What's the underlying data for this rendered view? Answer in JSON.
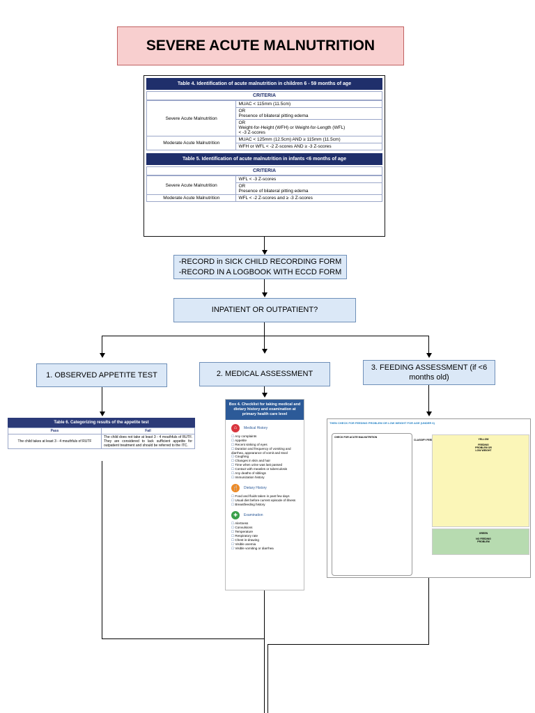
{
  "title": "SEVERE ACUTE MALNUTRITION",
  "table4": {
    "header": "Table 4. Identification of acute malnutrition in children 6 - 59 months of age",
    "criteria": "CRITERIA",
    "rows": [
      {
        "label": "Severe Acute Malnutrition",
        "cells": [
          "MUAC < 115mm (11.5cm)",
          "OR\nPresence of bilateral pitting edema",
          "OR\nWeight-for-Height (WFH) or Weight-for-Length (WFL)\n< -3 Z-scores"
        ]
      },
      {
        "label": "Moderate Acute Malnutrition",
        "cells": [
          "MUAC < 125mm (12.5cm) AND ≥ 115mm (11.5cm)",
          "WFH or WFL < -2 Z-scores AND ≥ -3 Z-scores"
        ]
      }
    ]
  },
  "table5": {
    "header": "Table 5. Identification of acute malnutrition in infants <6 months of age",
    "criteria": "CRITERIA",
    "rows": [
      {
        "label": "Severe Acute Malnutrition",
        "cells": [
          "WFL < -3 Z-scores",
          "OR\nPresence of bilateral pitting edema"
        ]
      },
      {
        "label": "Moderate Acute Malnutrition",
        "cells": [
          "WFL < -2 Z-scores and ≥ -3 Z-scores"
        ]
      }
    ]
  },
  "record": {
    "line1": "-RECORD in SICK CHILD RECORDING FORM",
    "line2": "-RECORD IN A LOGBOOK WITH ECCD FORM"
  },
  "decision": "INPATIENT OR OUTPATIENT?",
  "branches": {
    "b1": "1. OBSERVED APPETITE TEST",
    "b2": "2. MEDICAL ASSESSMENT",
    "b3": "3. FEEDING ASSESSMENT (if <6 months old)"
  },
  "table6": {
    "header": "Table 6. Categorizing results of the appetite test",
    "pass": "Pass",
    "fail": "Fail",
    "pass_text": "The child takes at least 3 - 4 mouthfuls of RUTF",
    "fail_text": "The child does not take at least 3 - 4 mouthfuls of RUTF. They are considered to lack sufficient appetite for outpatient treatment and should be referred to the ITC."
  },
  "box4": {
    "header": "Box 4. Checklist for taking medical and dietary history and examination at primary health care level",
    "medical_title": "Medical History",
    "medical_items": [
      "Any complaints",
      "Appetite",
      "Recent sinking of eyes",
      "Duration and frequency of vomiting and diarrhea, appearance of vomit and stool",
      "Coughing",
      "Changes in skin and hair",
      "Time when urine was last passed",
      "Contact with measles or tuberculosis",
      "Any deaths of siblings",
      "Immunization history"
    ],
    "dietary_title": "Dietary History",
    "dietary_items": [
      "Food and fluids taken in past few days",
      "Usual diet before current episode of illness",
      "Breastfeeding history"
    ],
    "exam_title": "Examination",
    "exam_items": [
      "Alertness",
      "Convulsions",
      "Temperature",
      "Respiratory rate",
      "Chest in-drawing",
      "Visible anemia",
      "Visible vomiting or diarrhea"
    ]
  },
  "feeding": {
    "header": "THEN CHECK FOR FEEDING PROBLEM OR LOW WEIGHT FOR AGE (UNDER 6)",
    "check_title": "CHECK FOR ACUTE MALNUTRITION",
    "classify": "CLASSIFY FEEDING",
    "yellow_label": "YELLOW",
    "yellow_class": "FEEDING PROBLEM OR LOW WEIGHT",
    "green_label": "GREEN",
    "green_class": "NO FEEDING PROBLEM"
  },
  "colors": {
    "title_bg": "#f8cfcf",
    "flow_bg": "#dbe8f7",
    "table_header": "#1f2f6b",
    "box4_header": "#2c5a98"
  }
}
